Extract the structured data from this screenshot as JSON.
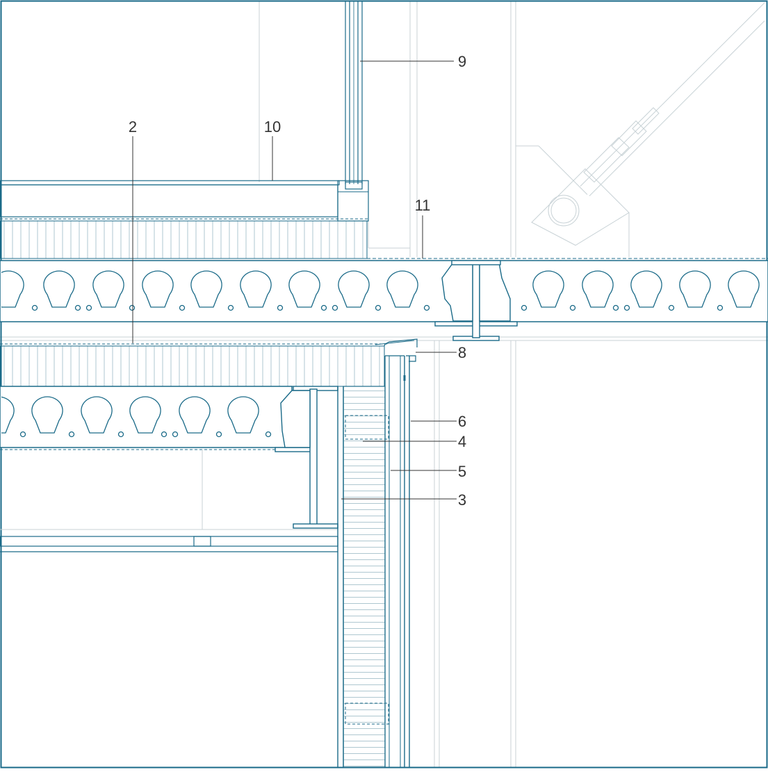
{
  "colors": {
    "line": "#1a6a88",
    "light": "#c8d2d6",
    "hatch": "#8fb3c0",
    "bg": "#ffffff",
    "text": "#333333"
  },
  "callouts": [
    {
      "id": "2",
      "text": "2"
    },
    {
      "id": "10",
      "text": "10"
    },
    {
      "id": "9",
      "text": "9"
    },
    {
      "id": "11",
      "text": "11"
    },
    {
      "id": "8",
      "text": "8"
    },
    {
      "id": "6",
      "text": "6"
    },
    {
      "id": "4",
      "text": "4"
    },
    {
      "id": "5",
      "text": "5"
    },
    {
      "id": "3",
      "text": "3"
    }
  ]
}
